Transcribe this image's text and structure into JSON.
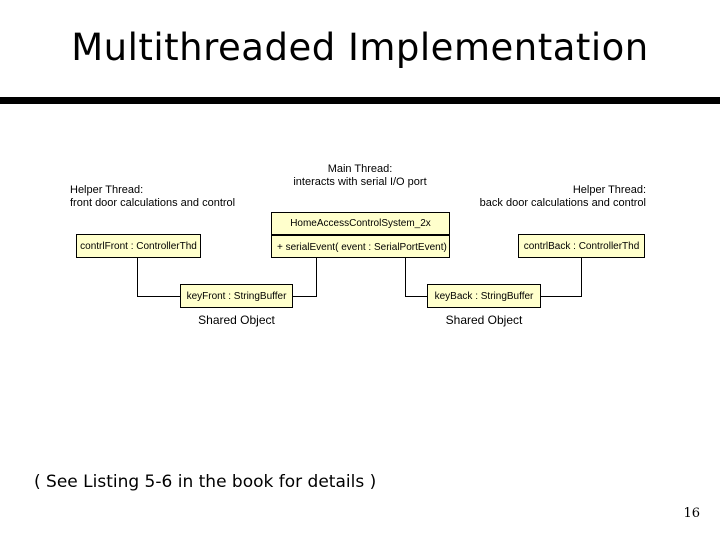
{
  "slide": {
    "title": "Multithreaded Implementation",
    "footnote": "( See Listing 5-6 in the book for details )",
    "page_number": "16"
  },
  "diagram": {
    "annotations": {
      "left": "Helper Thread:\nfront door calculations and control",
      "middle": "Main Thread:\ninteracts with serial I/O port",
      "right": "Helper Thread:\nback door calculations and control"
    },
    "boxes": {
      "main_class": {
        "title": "HomeAccessControlSystem_2x",
        "method": "+  serialEvent( event : SerialPortEvent)"
      },
      "contrl_front": "contrlFront : ControllerThd",
      "contrl_back": "contrlBack : ControllerThd",
      "key_front": "keyFront : StringBuffer",
      "key_back": "keyBack : StringBuffer"
    },
    "shared_labels": {
      "front": "Shared Object",
      "back": "Shared Object"
    },
    "colors": {
      "box_fill": "#ffffcc",
      "box_border": "#000000",
      "text": "#000000",
      "rule": "#000000"
    }
  }
}
